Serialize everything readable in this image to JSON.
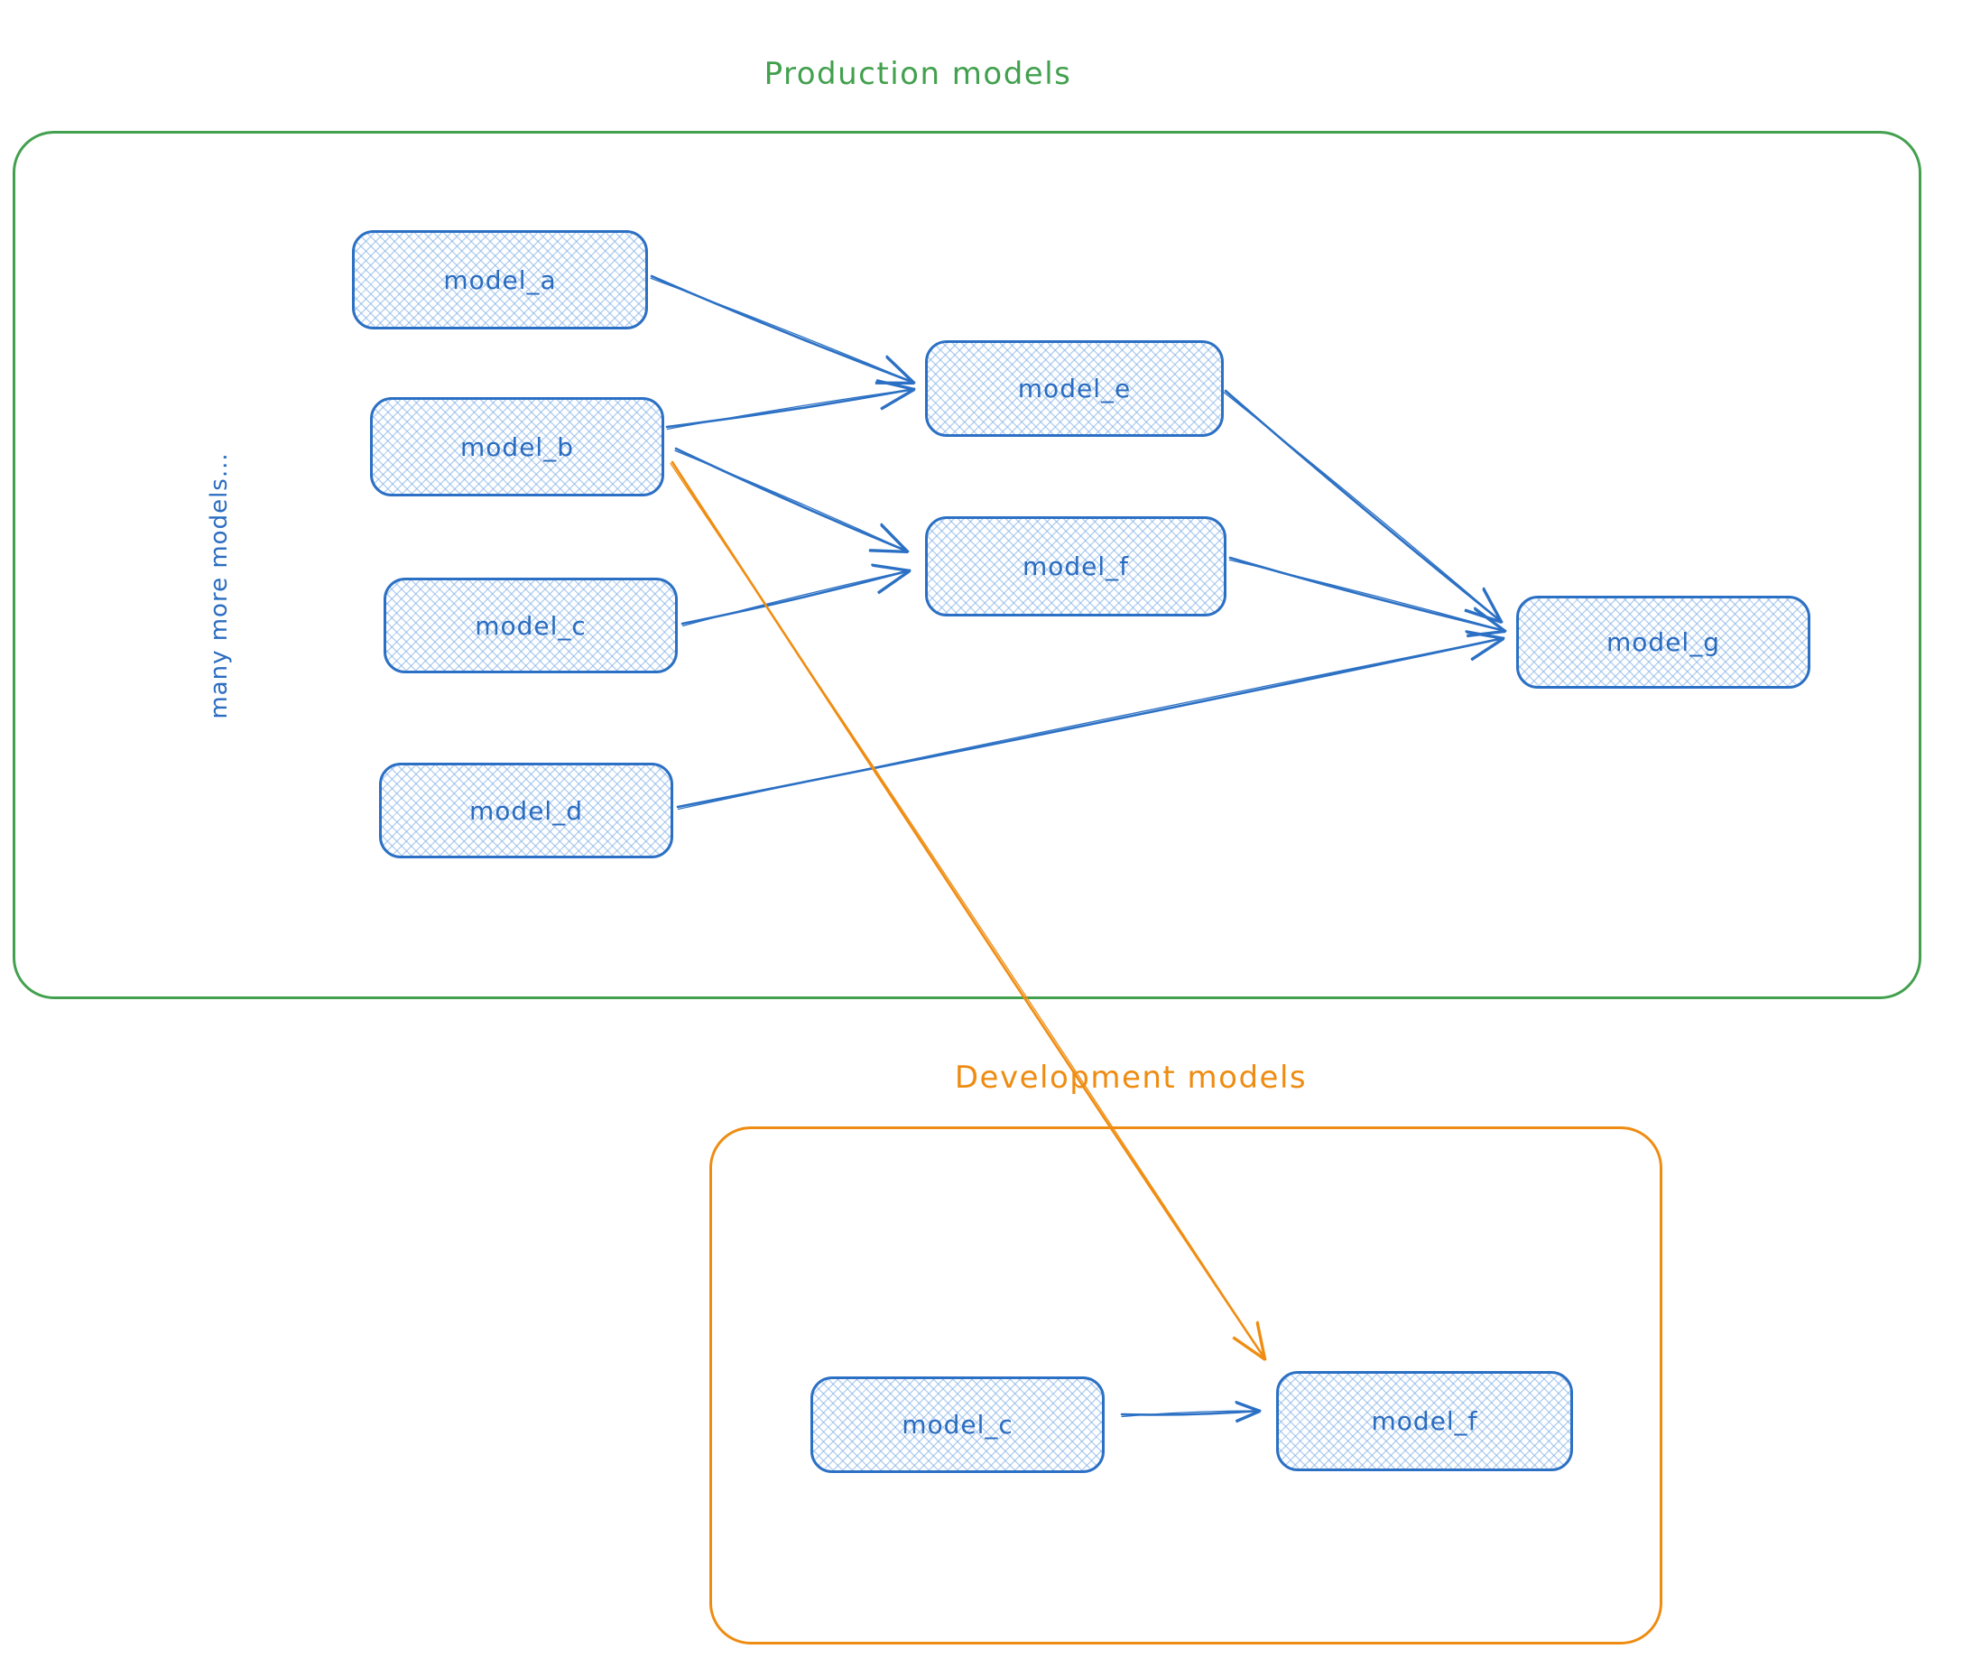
{
  "colors": {
    "edge_blue": "#2b70c4",
    "edge_orange": "#ef8d13",
    "node_border_blue": "#2b70c4",
    "node_fill_hatch_blue": "#a9cdf0",
    "zone_green": "#42a04e",
    "zone_orange": "#ee8c12",
    "label_blue": "#2a6cc0"
  },
  "production": {
    "title": "Production models",
    "side_note": "many more models...",
    "nodes": [
      {
        "id": "model_a",
        "label": "model_a"
      },
      {
        "id": "model_b",
        "label": "model_b"
      },
      {
        "id": "model_c",
        "label": "model_c"
      },
      {
        "id": "model_d",
        "label": "model_d"
      },
      {
        "id": "model_e",
        "label": "model_e"
      },
      {
        "id": "model_f",
        "label": "model_f"
      },
      {
        "id": "model_g",
        "label": "model_g"
      }
    ]
  },
  "development": {
    "title": "Development models",
    "nodes": [
      {
        "id": "dev_model_c",
        "label": "model_c"
      },
      {
        "id": "dev_model_f",
        "label": "model_f"
      }
    ]
  },
  "edges": [
    {
      "from": "model_a",
      "to": "model_e",
      "color": "blue"
    },
    {
      "from": "model_b",
      "to": "model_e",
      "color": "blue"
    },
    {
      "from": "model_b",
      "to": "model_f",
      "color": "blue"
    },
    {
      "from": "model_c",
      "to": "model_f",
      "color": "blue"
    },
    {
      "from": "model_e",
      "to": "model_g",
      "color": "blue"
    },
    {
      "from": "model_f",
      "to": "model_g",
      "color": "blue"
    },
    {
      "from": "model_d",
      "to": "model_g",
      "color": "blue"
    },
    {
      "from": "dev_model_c",
      "to": "dev_model_f",
      "color": "blue"
    },
    {
      "from": "model_b",
      "to": "dev_model_f",
      "color": "orange"
    }
  ]
}
